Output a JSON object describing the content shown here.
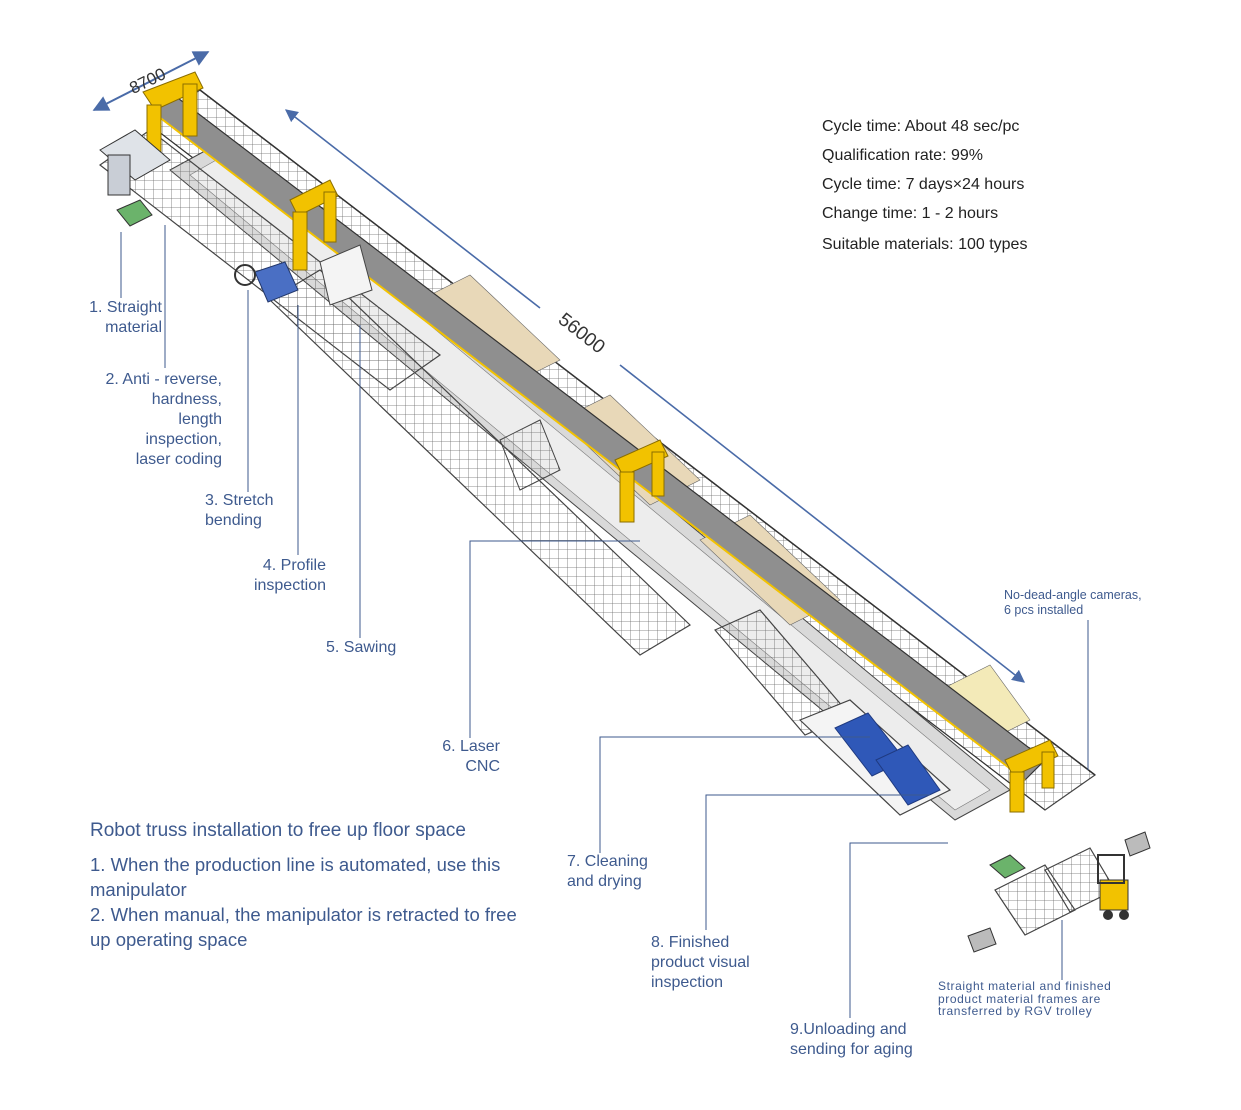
{
  "dimensions": {
    "width_label": "8700",
    "length_label": "56000"
  },
  "specs": [
    "Cycle time: About 48 sec/pc",
    "Qualification rate: 99%",
    "Cycle time: 7 days×24 hours",
    "Change time: 1 - 2 hours",
    "Suitable materials: 100 types"
  ],
  "stations": [
    "1. Straight\nmaterial",
    "2. Anti - reverse,\nhardness,\nlength\ninspection,\nlaser coding",
    "3. Stretch\nbending",
    "4. Profile\ninspection",
    "5. Sawing",
    "6. Laser\nCNC",
    "7. Cleaning\nand drying",
    "8. Finished\nproduct visual\ninspection",
    "9.Unloading and\nsending for aging"
  ],
  "notes": {
    "cameras": "No-dead-angle cameras,\n6 pcs installed",
    "rgv": "Straight material and finished\nproduct material frames are\ntransferred by RGV trolley"
  },
  "robot_truss": {
    "heading": "Robot truss installation to free up floor space",
    "points": [
      "1. When the production line is automated, use this manipulator",
      "2. When manual, the manipulator is retracted to free up operating space"
    ]
  },
  "colors": {
    "label_blue": "#3e5a8e",
    "arrow_blue": "#4a6ba8",
    "gantry_yellow": "#f2c200",
    "beam_gray": "#8f8f8f",
    "fence_gray": "#555555"
  },
  "icons": [
    "dimension-arrow-icon",
    "gantry-icon",
    "forklift-icon",
    "rgv-trolley-icon",
    "material-frame-icon"
  ]
}
